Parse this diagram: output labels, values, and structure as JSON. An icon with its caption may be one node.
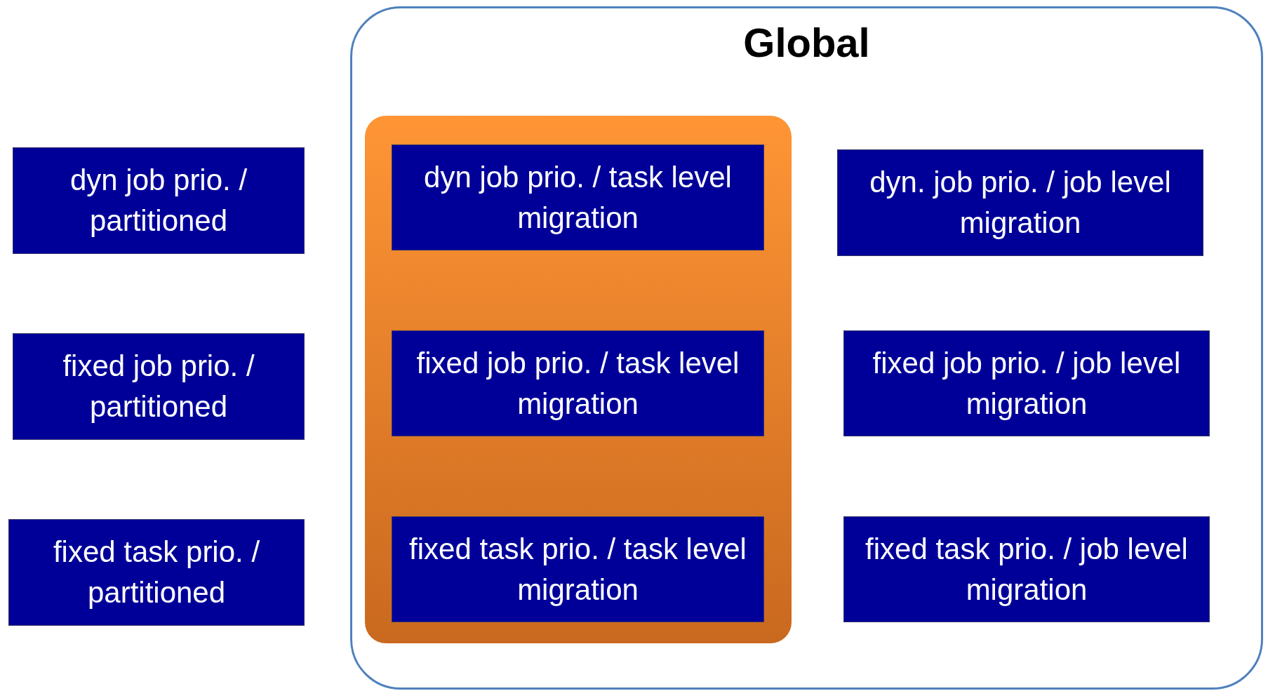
{
  "diagram": {
    "nodes": [
      {
        "text": [
          "dyn job prio. / partitioned"
        ]
      },
      {
        "text": [
          "fixed job prio. / partitioned"
        ]
      },
      {
        "text": [
          "fixed task prio. / partitioned"
        ]
      },
      {
        "text": [
          "Global"
        ]
      },
      {
        "text": [],
        "shape": "box",
        "in": 3
      },
      {
        "text": [
          "dyn job prio. / task level migration"
        ],
        "in": 4
      },
      {
        "text": [
          "fixed job prio. / task level migration"
        ],
        "in": 4
      },
      {
        "text": [
          "fixed task prio. / task level migration"
        ],
        "in": 4
      },
      {
        "text": [
          "dyn. job prio. / job level migration"
        ],
        "in": 3
      },
      {
        "text": [
          "fixed job prio. / job level migration"
        ],
        "in": 3
      },
      {
        "text": [
          "fixed task prio. / job level migration"
        ],
        "in": 3
      }
    ]
  }
}
